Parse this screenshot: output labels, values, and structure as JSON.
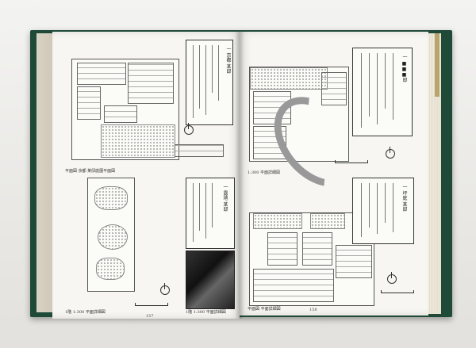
{
  "book": {
    "left_page": {
      "top_caption": "平面図 京都 某邸庭園平面図",
      "bottom_left_caption": "1階 1:300 平面詳細図",
      "photo_caption": "1階 1:300 平面詳細図",
      "page_number": "157",
      "vertical_heading_top": "一 京都 某邸",
      "vertical_heading_bottom": "一 露地 某邸"
    },
    "right_page": {
      "top_caption": "1:300 平面詳細図",
      "bottom_caption": "平面図 平面詳細図",
      "page_number": "158",
      "vertical_heading_top": "一 ■■■邸",
      "vertical_heading_bottom": "一 坪庭 某邸"
    }
  }
}
